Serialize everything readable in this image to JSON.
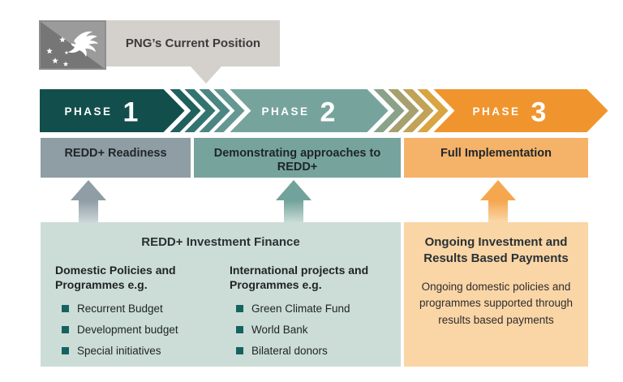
{
  "palette": {
    "phase1": "#124e4c",
    "phase2": "#76a49d",
    "phase3": "#f0952e",
    "chevrons_1_2": [
      "#20605d",
      "#337470",
      "#4b8682",
      "#659892"
    ],
    "chevrons_2_3": [
      "#8aa287",
      "#a5a06e",
      "#c1a257",
      "#d9a442"
    ],
    "label_box_1": "#8f9da5",
    "label_box_2": "#77a39d",
    "label_box_3": "#f5b269",
    "panel_finance": "#cbddd6",
    "panel_payments": "#fad5a6",
    "arrow_gray": "#8f9da5",
    "arrow_teal": "#71a29b",
    "arrow_orange": "#f5a64e",
    "bubble_bg": "#d4d1cc",
    "bullet": "#156360",
    "flag_light": "#9b9b9b",
    "flag_dark": "#767676",
    "flag_border": "#8e8e8e",
    "text_white": "#ffffff"
  },
  "callout": {
    "label": "PNG’s Current Position"
  },
  "phases": [
    {
      "word": "PHASE",
      "number": "1",
      "stage_label": "REDD+ Readiness"
    },
    {
      "word": "PHASE",
      "number": "2",
      "stage_label": "Demonstrating approaches to REDD+"
    },
    {
      "word": "PHASE",
      "number": "3",
      "stage_label": "Full Implementation"
    }
  ],
  "finance_panel": {
    "title": "REDD+ Investment Finance",
    "columns": [
      {
        "heading": "Domestic Policies and Programmes e.g.",
        "items": [
          "Recurrent Budget",
          "Development budget",
          "Special initiatives"
        ]
      },
      {
        "heading": "International projects and Programmes e.g.",
        "items": [
          "Green Climate Fund",
          "World Bank",
          "Bilateral donors"
        ]
      }
    ]
  },
  "payments_panel": {
    "title": "Ongoing Investment and Results Based Payments",
    "body": "Ongoing domestic policies and programmes supported through results based payments"
  }
}
